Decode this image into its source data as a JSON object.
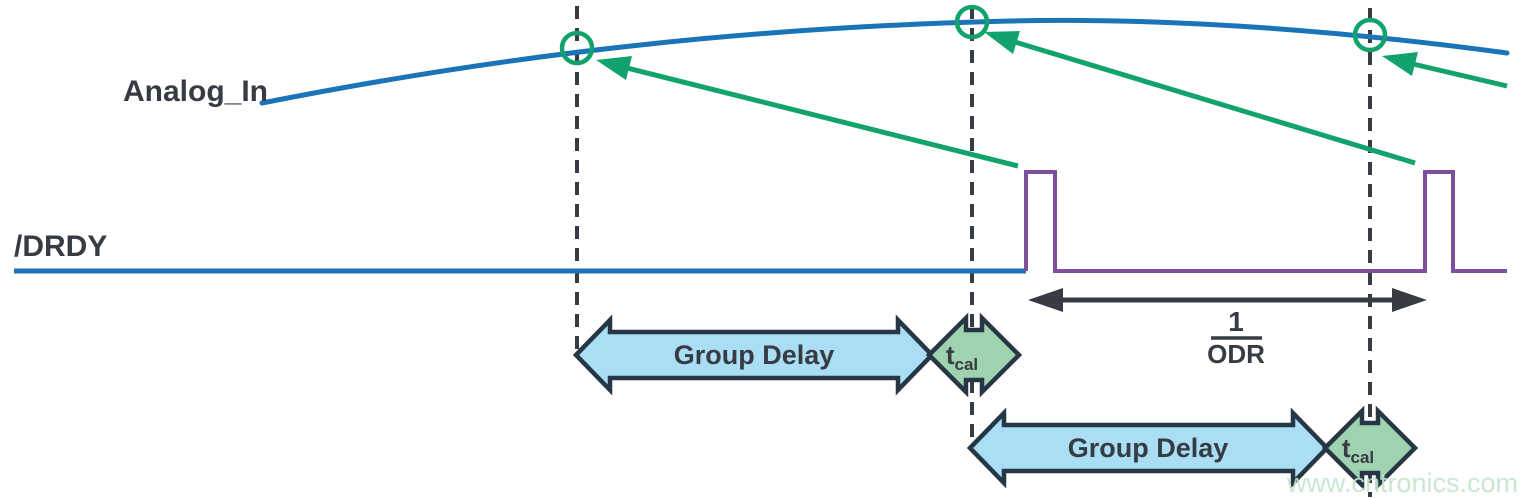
{
  "labels": {
    "analog_in": "Analog_In",
    "drdy": "/DRDY",
    "group_delay": "Group Delay",
    "tcal_base": "t",
    "tcal_sub": "cal",
    "odr_numerator": "1",
    "odr_denominator": "ODR"
  },
  "watermark": "www.cntronics.com",
  "diagram": {
    "sample_marker_count": 3,
    "drdy_pulse_count": 2,
    "group_delay_arrow_count": 2,
    "tcal_arrow_count": 2
  },
  "colors": {
    "blue": "#1b74b8",
    "purple": "#7e4f9d",
    "green": "#12a36d",
    "dark": "#363b44",
    "fill-blue": "#a9def4",
    "fill-green": "#9fd2ae",
    "outline": "#263645",
    "watermark": "#c4e5cd"
  }
}
